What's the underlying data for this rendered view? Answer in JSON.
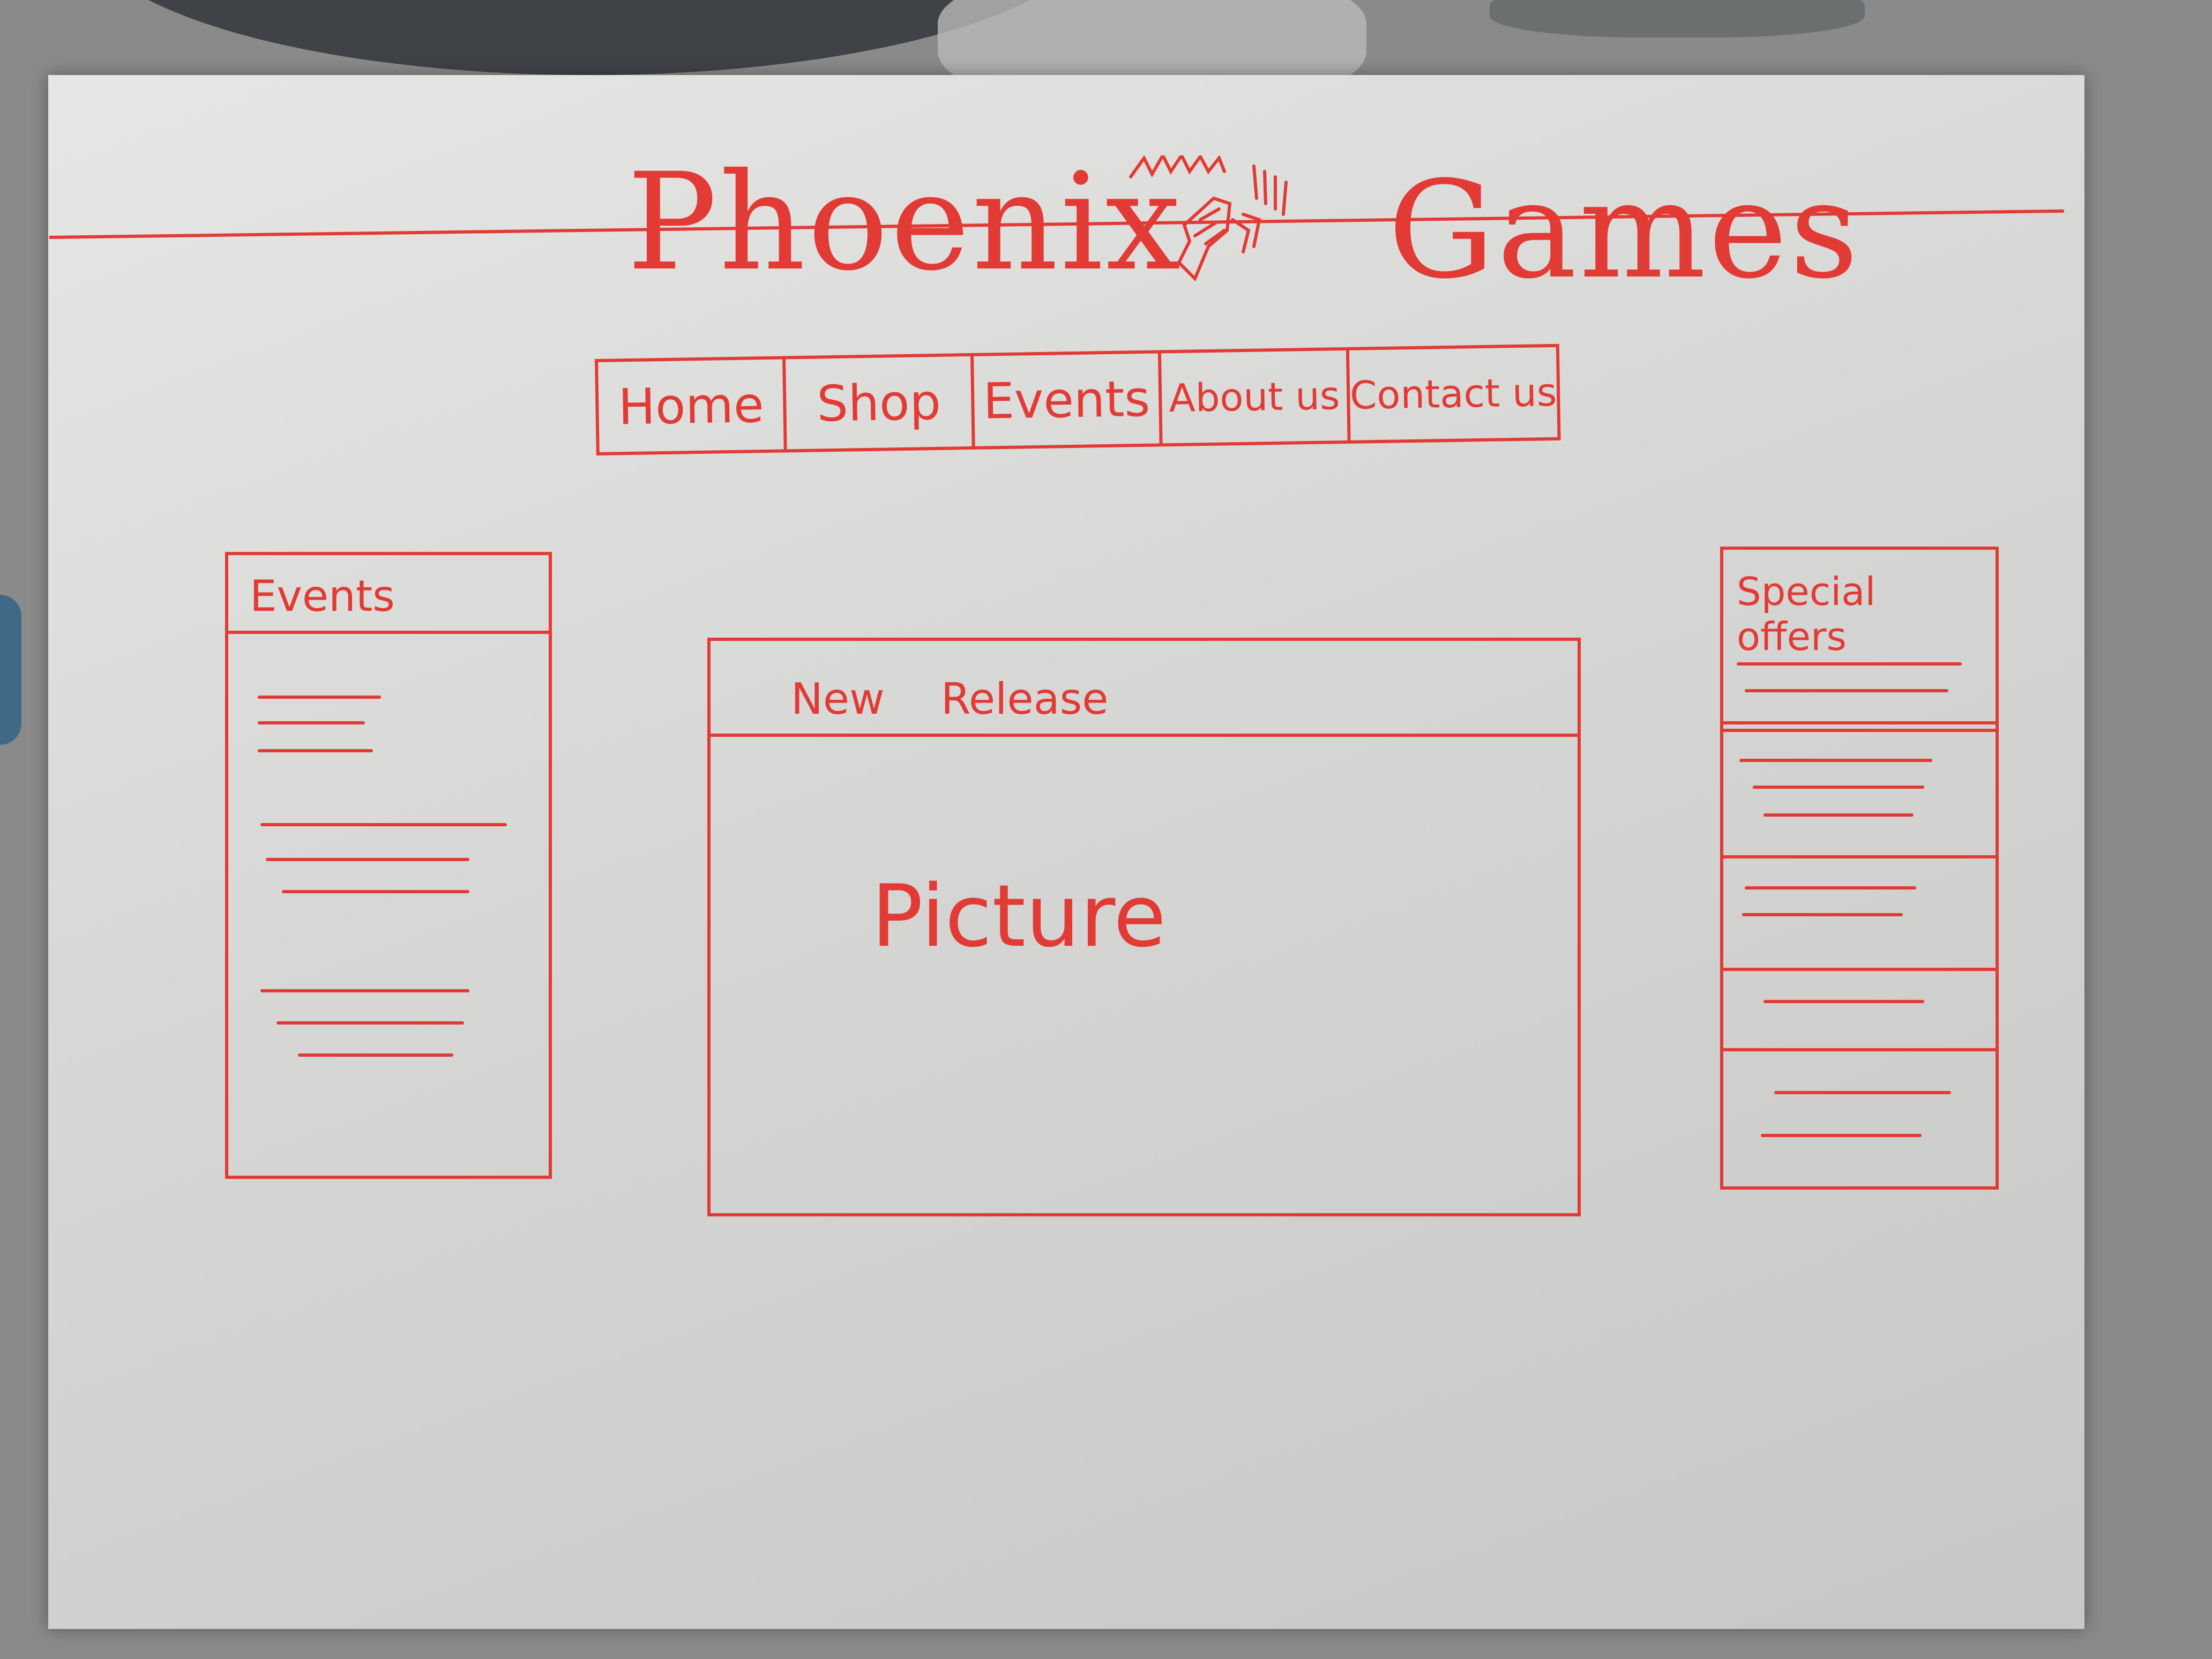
{
  "header": {
    "title_left": "Phoenix",
    "title_right": "Games",
    "logo_icon": "phoenix-bird-icon"
  },
  "nav": {
    "items": [
      "Home",
      "Shop",
      "Events",
      "About us",
      "Contact us"
    ]
  },
  "events_panel": {
    "title": "Events"
  },
  "new_release": {
    "title": "New Release",
    "picture_label": "Picture"
  },
  "offers_panel": {
    "title": "Special offers"
  },
  "colors": {
    "ink": "#e23a34",
    "paper": "#e2e2e0"
  }
}
